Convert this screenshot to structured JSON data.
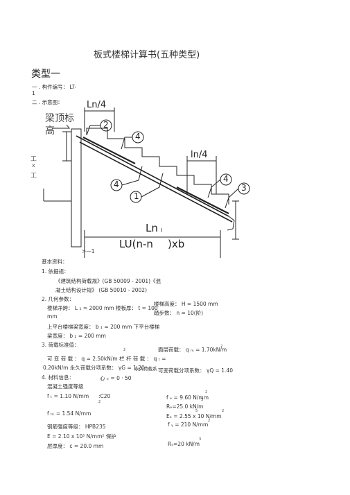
{
  "doc": {
    "title": "板式楼梯计算书(五种类型)",
    "heading": "类型一"
  },
  "section1": {
    "label": "一 . 构件编号：  LT-",
    "label2": "1"
  },
  "section2": {
    "label": "二 .  示意图："
  },
  "diagram": {
    "beam_label_1": "梁顶标",
    "beam_label_2": "高",
    "ln4_left": "Ln/4",
    "ln4_right": "ln/4",
    "c2a": "2",
    "c4a": "4",
    "c4b": "4",
    "c1": "1",
    "c4c": "4",
    "c3": "3",
    "ln_label": "Ln",
    "ln_sub": "l",
    "lu_label": "LU(n-n",
    "xb_label": ")xb",
    "side_x": "x",
    "side_mark": "工",
    "arrow_label": ">—1"
  },
  "section3": {
    "label": "基本资料："
  },
  "items": {
    "i1": "1. 依据规：",
    "i1a": "《建筑结构荷载规》(GB 50009 - 2001)《混",
    "i1b": "凝土结构设计规》      (GB 50010 - 2002)",
    "i2": "2. 几何参数：",
    "i2a": "楼梯净跨：  L ₁ = 2000 mm 楼板厚：  t = 100",
    "i2a_r": "楼梯高度：  H = 1500 mm",
    "i2b": "mm",
    "i2b_r": "踏步数：  n = 10(阶)",
    "i2c": "上平台楼梯梁宽度：  b ₁ = 200 mm 下平台楼梯",
    "i2d": "梁宽度：  b ₂ = 200 mm",
    "i3": "3. 荷载标准值：",
    "i3a_r": "面层荷载：  q ₘ = 1.70kN/m",
    "i3b": "可 变 荷 载 ：  q  =  2.50kN/m  栏 杆 荷 载 ：  q ₜ =",
    "i3c": "0.20kN/m 永久荷载分项系数：  γG = 1.20",
    "i3c_mid": "永久荷载系",
    "i3c_r": "可变荷载分项系数：  γQ = 1.40",
    "i4": "4. 材料信息：",
    "i4_mid": "心 ₑ = 0 · 50",
    "i4a": "混凝土强度等级",
    "i4b": "f ₜ = 1.10 N/mm",
    "i4b_mid": ":C20",
    "i4b_r": "f ₑ = 9.60 N/mm",
    "i4c_r": "Rₑ=25.0 kN/m",
    "i4d": "f ₜₖ = 1.54 N/mm",
    "i4d_r": "Eₑ = 2.55 x 10  N/mm",
    "i4e": "钢筋强度等级：  HPB235",
    "i4e_r": "f ᵧ = 210 N/mm",
    "i4f": "E = 2.10 x 10⁵ N/mm² 保护",
    "i4g": "层厚度：  c = 20.0 mm",
    "i4g_r": "Rₛ=20 kN/m",
    "sup2": "2",
    "sup3": "3",
    "sup5": "5"
  }
}
